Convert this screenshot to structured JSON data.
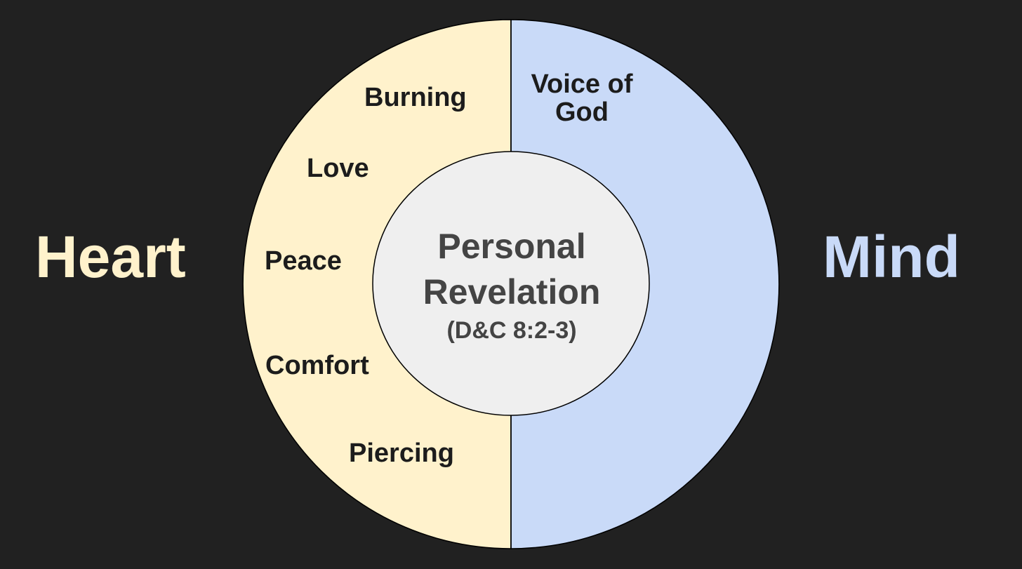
{
  "colors": {
    "background": "#212121",
    "heart": "#FFF2CC",
    "mind": "#C9DAF8",
    "center": "#EFEFEF",
    "ring_text": "#1C1C1C",
    "center_text": "#444444",
    "outline": "#000000"
  },
  "sides": {
    "left": "Heart",
    "right": "Mind"
  },
  "heart_items": [
    "Burning",
    "Love",
    "Peace",
    "Comfort",
    "Piercing"
  ],
  "mind_items": [
    "Voice of God"
  ],
  "center": {
    "line1": "Personal",
    "line2": "Revelation",
    "reference": "(D&C 8:2-3)"
  }
}
